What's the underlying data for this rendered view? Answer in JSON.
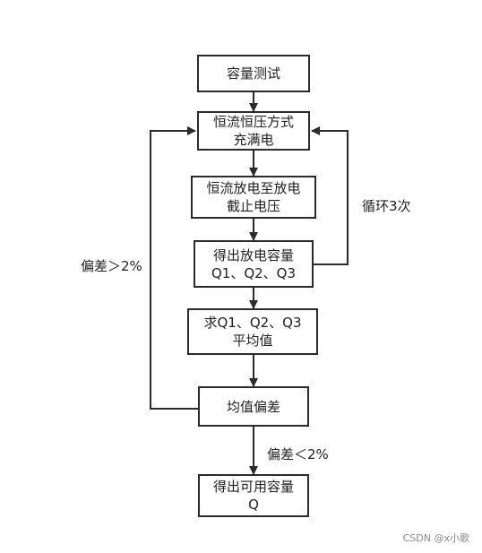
{
  "nodes": {
    "capacity_test": "容量测试",
    "cc_cv_charge": "恒流恒压方式充满电",
    "cc_discharge": "恒流放电至放电截止电压",
    "get_capacity": "得出放电容量Q1、Q2、Q3",
    "average": "求Q1、Q2、Q3平均值",
    "mean_deviation": "均值偏差",
    "usable_capacity": "得出可用容量Q"
  },
  "edge_labels": {
    "loop_three_times": "循环3次",
    "deviation_over": "偏差＞2%",
    "deviation_under": "偏差＜2%"
  },
  "watermark": "CSDN @x小歌",
  "colors": {
    "line": "#2b2b2b",
    "text": "#222222",
    "watermark": "#8a8a8a"
  }
}
